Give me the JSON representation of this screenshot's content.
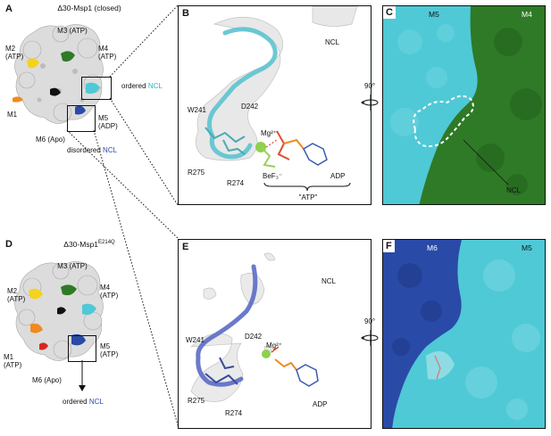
{
  "panels": {
    "A": {
      "letter": "A",
      "title": "Δ30-Msp1 (closed)",
      "subunits": {
        "m3": "M3 (ATP)",
        "m2": "M2\n(ATP)",
        "m4": "M4\n(ATP)",
        "m1": "M1",
        "m5": "M5\n(ADP)",
        "m6": "M6 (Apo)"
      },
      "ordered": "ordered",
      "disordered": "disordered",
      "ncl": "NCL"
    },
    "B": {
      "letter": "B",
      "ncl": "NCL",
      "w241": "W241",
      "d242": "D242",
      "mg": "Mg²⁺",
      "r275": "R275",
      "r274": "R274",
      "bef": "BeF₃⁻",
      "adp": "ADP",
      "atp": "\"ATP\""
    },
    "C": {
      "letter": "C",
      "m5": "M5",
      "m4": "M4",
      "ncl": "NCL",
      "rot": "90°"
    },
    "D": {
      "letter": "D",
      "title_main": "Δ30-Msp1",
      "title_sup": "E214Q",
      "subunits": {
        "m3": "M3 (ATP)",
        "m2": "M2\n(ATP)",
        "m4": "M4\n(ATP)",
        "m1": "M1\n(ATP)",
        "m5": "M5\n(ATP)",
        "m6": "M6 (Apo)"
      },
      "ordered": "ordered",
      "ncl": "NCL"
    },
    "E": {
      "letter": "E",
      "ncl": "NCL",
      "w241": "W241",
      "d242": "D242",
      "mg": "Mg²⁺",
      "r275": "R275",
      "r274": "R274",
      "adp": "ADP"
    },
    "F": {
      "letter": "F",
      "m6": "M6",
      "m5": "M5",
      "rot": "90°"
    }
  },
  "colors": {
    "cyan": "#4fc9d6",
    "blue": "#2a4aa8",
    "green": "#2f7a26",
    "dark_green": "#1f5a18",
    "yellow": "#f5d21e",
    "orange": "#f08a1e",
    "red": "#d8261e"
  }
}
